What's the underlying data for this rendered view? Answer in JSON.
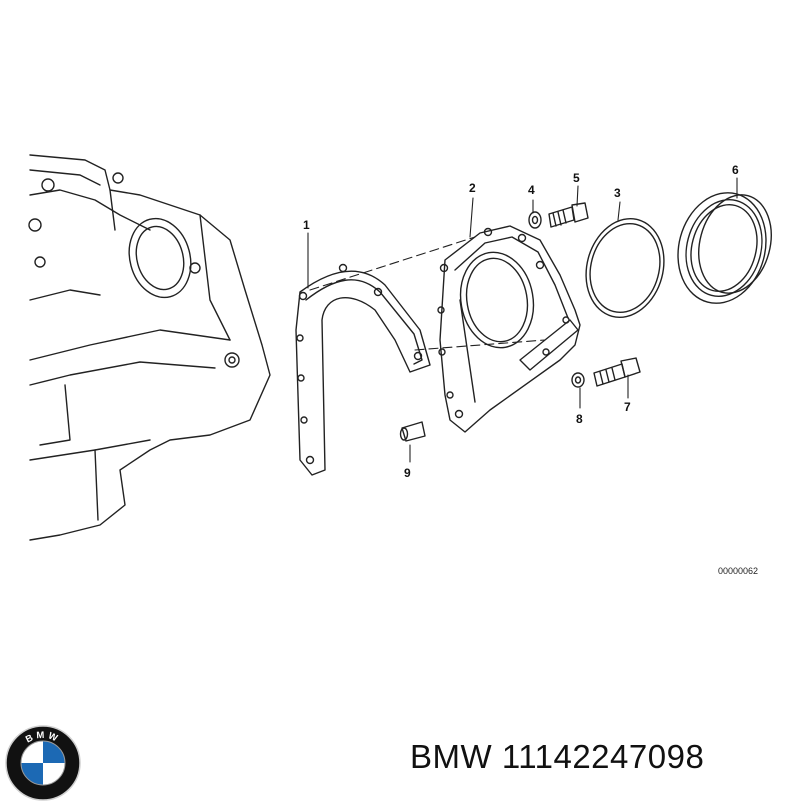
{
  "diagram": {
    "callouts": [
      "1",
      "2",
      "3",
      "4",
      "5",
      "6",
      "7",
      "8",
      "9"
    ],
    "drawing_id": "00000062"
  },
  "brand": {
    "logo_letters": "BMW",
    "logo_colors": {
      "blue": "#1c69b4",
      "black": "#111111",
      "white": "#ffffff"
    }
  },
  "part": {
    "label": "BMW 11142247098"
  }
}
